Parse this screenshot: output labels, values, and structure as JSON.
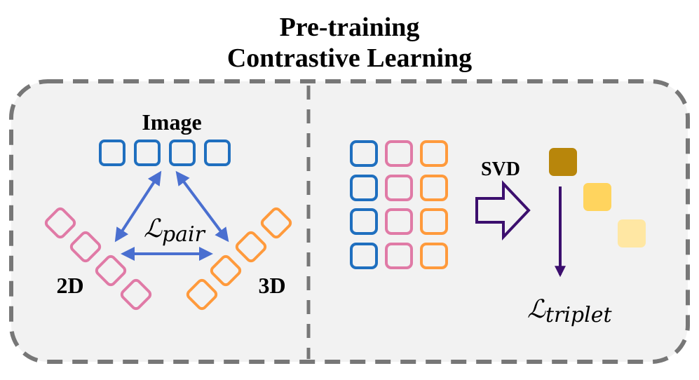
{
  "title": {
    "line1": "Pre-training",
    "line2": "Contrastive Learning"
  },
  "left_panel": {
    "image_label": "Image",
    "label_2d": "2D",
    "label_3d": "3D",
    "loss_script": "ℒ",
    "loss_subscript": "pair"
  },
  "right_panel": {
    "svd_label": "SVD",
    "loss_script": "ℒ",
    "loss_subscript": "triplet"
  },
  "colors": {
    "image_token": "#1f6fbf",
    "token_2d": "#e07aa6",
    "token_3d": "#ff9a3c",
    "arrow": "#4a6fd0",
    "svd_arrow": "#3c0f6e",
    "sv1": "#b8860b",
    "sv2": "#ffd45e",
    "sv3": "#ffe7a3",
    "panel_bg": "#f2f2f2",
    "panel_border": "#777777"
  }
}
